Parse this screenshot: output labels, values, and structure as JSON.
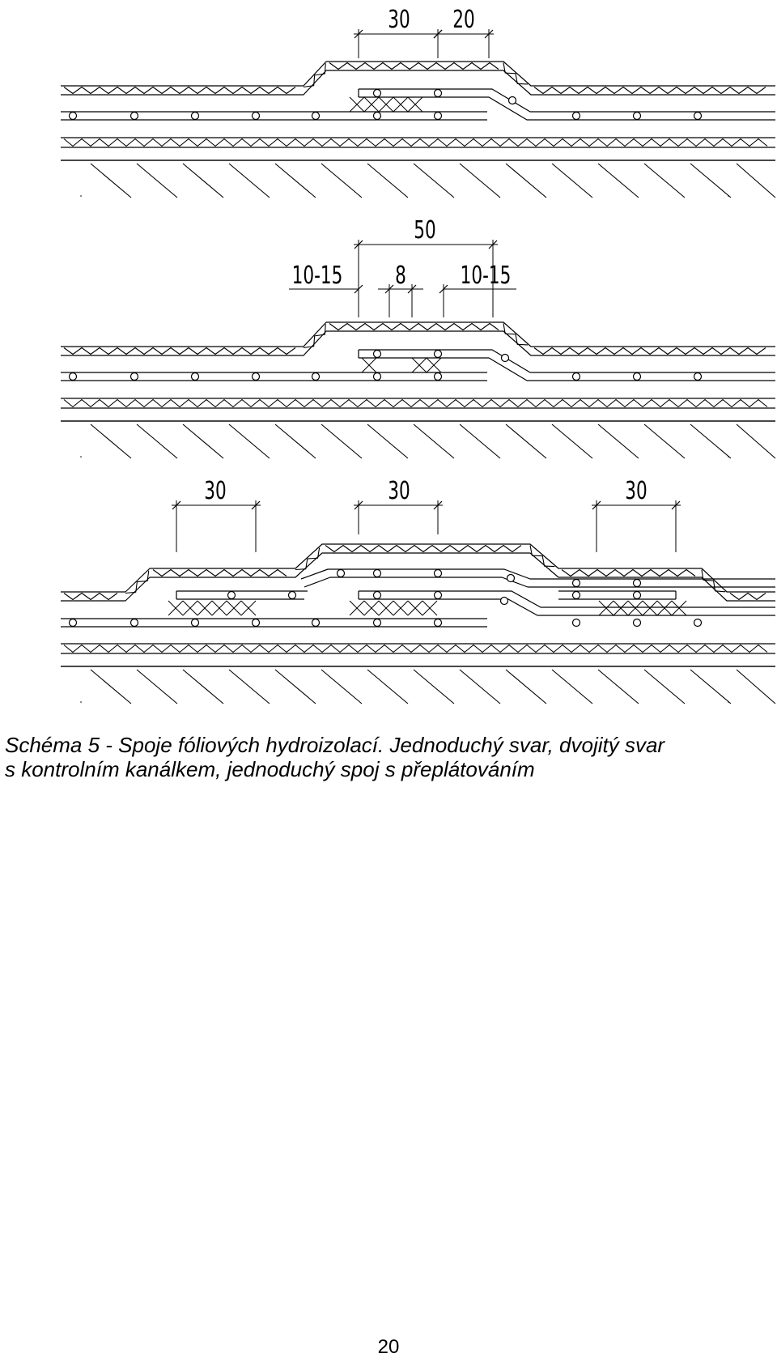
{
  "figure": {
    "panels": [
      {
        "name": "single-weld",
        "dimensions": [
          {
            "text": "30"
          },
          {
            "text": "20"
          }
        ]
      },
      {
        "name": "double-weld-with-control-channel",
        "dimensions": [
          {
            "text": "50"
          },
          {
            "text": "10-15"
          },
          {
            "text": "8"
          },
          {
            "text": "10-15"
          }
        ]
      },
      {
        "name": "single-joint-with-overlap",
        "dimensions": [
          {
            "text": "30"
          },
          {
            "text": "30"
          },
          {
            "text": "30"
          }
        ]
      }
    ]
  },
  "caption": {
    "line1": "Schéma 5 - Spoje fóliových hydroizolací. Jednoduchý svar, dvojitý svar",
    "line2": "s kontrolním kanálkem, jednoduchý spoj s přeplátováním"
  },
  "page_number": "20"
}
